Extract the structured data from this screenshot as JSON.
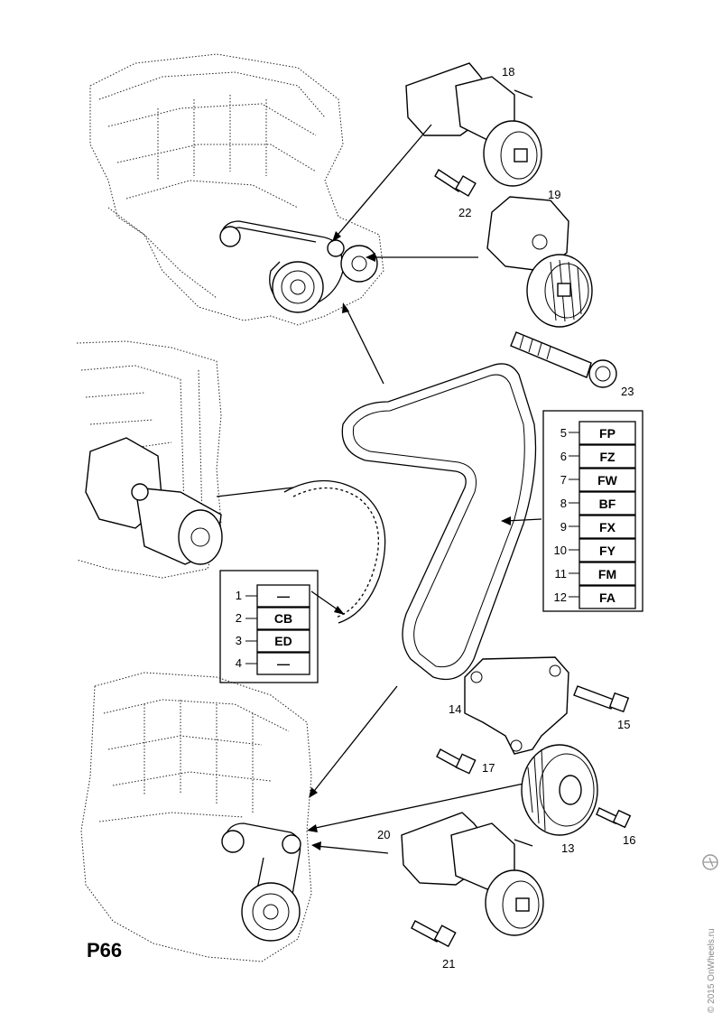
{
  "page_title": "P66",
  "copyright": "© 2015 OnWheels.ru",
  "left_table": [
    {
      "num": "1",
      "code": "—"
    },
    {
      "num": "2",
      "code": "CB"
    },
    {
      "num": "3",
      "code": "ED"
    },
    {
      "num": "4",
      "code": "—"
    }
  ],
  "right_table": [
    {
      "num": "5",
      "code": "FP"
    },
    {
      "num": "6",
      "code": "FZ"
    },
    {
      "num": "7",
      "code": "FW"
    },
    {
      "num": "8",
      "code": "BF"
    },
    {
      "num": "9",
      "code": "FX"
    },
    {
      "num": "10",
      "code": "FY"
    },
    {
      "num": "11",
      "code": "FM"
    },
    {
      "num": "12",
      "code": "FA"
    }
  ],
  "part_labels": {
    "p13": "13",
    "p14": "14",
    "p15": "15",
    "p16": "16",
    "p17": "17",
    "p18": "18",
    "p19": "19",
    "p20": "20",
    "p21": "21",
    "p22": "22",
    "p23": "23"
  }
}
